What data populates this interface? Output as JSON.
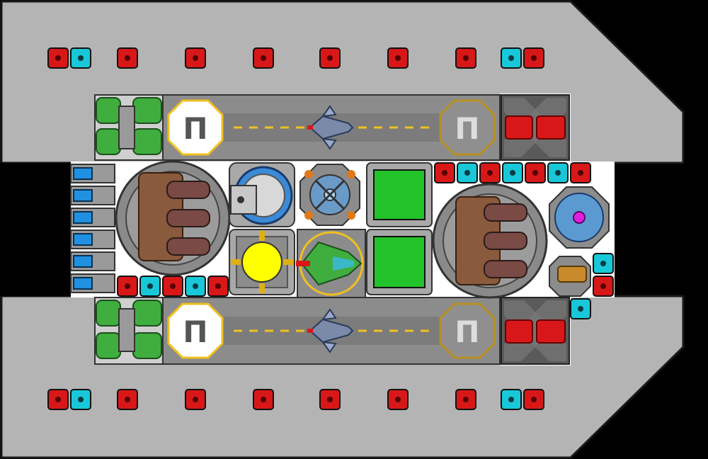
{
  "scene": {
    "type": "spaceship-blueprint",
    "view": "top-down",
    "colors": {
      "hull": "#b4b4b4",
      "hull_edge": "#2a2a2a",
      "interior": "#ffffff",
      "deck": "#8c8c8c",
      "runway_stripe": "#f0c020",
      "armor_red": "#d81818",
      "shield_cyan": "#18c8d8",
      "tank_green": "#3fae3f",
      "cannon_bronze": "#8a5a3c",
      "reactor_yellow": "#ffff00",
      "cargo_green": "#22c22a",
      "thruster_blue": "#2090e0",
      "shield_core_magenta": "#e020e0"
    }
  },
  "hangars": [
    {
      "name": "top",
      "label": "Π",
      "ship_icon": "fighter-ship-icon"
    },
    {
      "name": "bottom",
      "label": "Π",
      "ship_icon": "fighter-ship-icon"
    }
  ],
  "armor_rows": {
    "top": [
      "red",
      "cyan",
      "red",
      "red",
      "red",
      "red",
      "red",
      "red",
      "cyan",
      "red"
    ],
    "bottom": [
      "red",
      "cyan",
      "red",
      "red",
      "red",
      "red",
      "red",
      "red",
      "cyan",
      "red"
    ],
    "mid_left": [
      "red",
      "cyan",
      "red",
      "cyan",
      "red"
    ],
    "mid_right": [
      "red",
      "cyan",
      "red",
      "cyan",
      "red",
      "cyan",
      "red"
    ]
  },
  "modules": {
    "reactor": {
      "icon": "reactor-core-icon"
    },
    "cargo": {
      "count": 2,
      "icon": "cargo-container-icon"
    },
    "cannons": {
      "count": 2,
      "icon": "triple-cannon-turret-icon"
    },
    "thrusters": {
      "count": 6,
      "icon": "thruster-icon"
    },
    "missile_launchers": {
      "count": 2,
      "icon": "missile-launcher-icon"
    },
    "shield_generator": {
      "icon": "shield-generator-icon"
    },
    "command_ship": {
      "icon": "command-ship-icon"
    }
  }
}
